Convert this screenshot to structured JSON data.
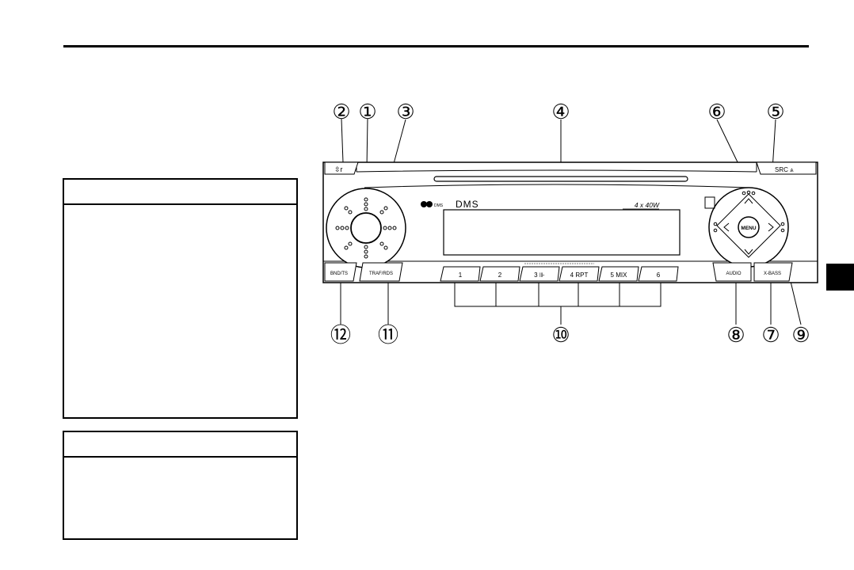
{
  "callouts": [
    {
      "number": "2",
      "glyph": "②"
    },
    {
      "number": "1",
      "glyph": "①"
    },
    {
      "number": "3",
      "glyph": "③"
    },
    {
      "number": "4",
      "glyph": "④"
    },
    {
      "number": "6",
      "glyph": "⑥"
    },
    {
      "number": "5",
      "glyph": "⑤"
    },
    {
      "number": "12",
      "glyph": "⑫"
    },
    {
      "number": "11",
      "glyph": "⑪"
    },
    {
      "number": "10",
      "glyph": "⑩"
    },
    {
      "number": "8",
      "glyph": "⑧"
    },
    {
      "number": "7",
      "glyph": "⑦"
    },
    {
      "number": "9",
      "glyph": "⑨"
    }
  ],
  "radio": {
    "top_left_button": "⇳r",
    "src_button": "SRC ⩓",
    "logo_dms": "DMS",
    "power_rating": "4 x 40W",
    "menu_button": "MENU",
    "bnd_ts_button": "BND/TS",
    "traf_rds_button": "TRAF/RDS",
    "audio_button": "AUDIO",
    "xbass_button": "X-BASS",
    "presets": [
      "1",
      "2",
      "3  ⊪",
      "4  RPT",
      "5  MIX",
      "6"
    ]
  }
}
